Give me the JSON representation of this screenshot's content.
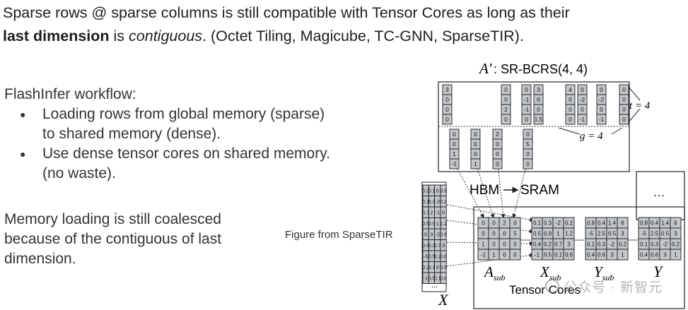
{
  "headline": {
    "part1": "Sparse rows @ sparse columns is still compatible with Tensor Cores as long as their",
    "bold": "last dimension",
    "is": " is ",
    "italic": "contiguous",
    "part2": ". (Octet Tiling, Magicube, TC-GNN, SparseTIR)."
  },
  "workflow": {
    "title": "FlashInfer workflow:",
    "bullets": [
      "Loading rows from global memory (sparse) to shared memory (dense).",
      "Use dense tensor cores on shared memory. (no waste)."
    ]
  },
  "note": "Memory loading is still coalesced because of the contiguous of last dimension.",
  "caption": "Figure from SparseTIR",
  "watermark": "公众号 · 新智元",
  "figure": {
    "title_symbol": "A′",
    "title_text": ": SR-BCRS(4, 4)",
    "t_label": "t = 4",
    "g_label": "g = 4",
    "hbm_label": "HBM",
    "sram_label": "SRAM",
    "tensor_cores_label": "Tensor Cores",
    "asub_label": "A",
    "xsub_label": "X",
    "ysub_label": "Y",
    "sub_text": "sub",
    "x_label": "X",
    "y_label": "Y",
    "ellipsis": "...",
    "top_dots": "…",
    "upper_cols": [
      [
        "3",
        "0",
        "0",
        "0"
      ],
      [
        "0",
        "0",
        "2",
        "0"
      ],
      [
        "0",
        "-1",
        "-1",
        "0"
      ],
      [
        "3",
        "0",
        "0",
        "1.5"
      ],
      [
        "4",
        "0",
        "0",
        "0"
      ],
      [
        "0",
        "-2",
        "0",
        "-1"
      ],
      [
        "0",
        "-2",
        "0",
        "-1"
      ],
      [
        "0",
        "0",
        "0",
        "0"
      ]
    ],
    "lower_cols": [
      [
        "0",
        "0",
        "1",
        "-1"
      ],
      [
        "0",
        "0",
        "0",
        "1"
      ],
      [
        "2",
        "0",
        "0",
        "0"
      ],
      [
        "0",
        "5",
        "0",
        "0"
      ]
    ],
    "x_rows": [
      [
        "0.2",
        "0.1",
        "0",
        "0.9"
      ],
      [
        "0.1",
        "0.3",
        "-2",
        "0.2"
      ],
      [
        "0.7",
        "2",
        "-1",
        "0"
      ],
      [
        "0.5",
        "0.9",
        "1",
        "1.2"
      ],
      [
        "0",
        "3",
        "-2",
        "0.9"
      ],
      [
        "0.4",
        "0.2",
        "0.7",
        "3"
      ],
      [
        "-5",
        "0.5",
        "4.2",
        "0.8"
      ],
      [
        "0.2",
        "0.1",
        "0",
        "0.9"
      ],
      [
        "-1",
        "0.5",
        "0.1",
        "0.6"
      ]
    ],
    "a_sub": [
      [
        "0",
        "0",
        "2",
        "0"
      ],
      [
        "0",
        "0",
        "0",
        "5"
      ],
      [
        "1",
        "0",
        "0",
        "0"
      ],
      [
        "-1",
        "1",
        "0",
        "0"
      ]
    ],
    "x_sub": [
      [
        "0.1",
        "0.3",
        "-2",
        "0.2"
      ],
      [
        "0.5",
        "0.9",
        "1",
        "1.2"
      ],
      [
        "0.4",
        "0.2",
        "0.7",
        "3"
      ],
      [
        "-1",
        "0.5",
        "0.1",
        "0.6"
      ]
    ],
    "y_sub": [
      [
        "0.8",
        "0.4",
        "1.4",
        "6"
      ],
      [
        "-5",
        "2.5",
        "0.5",
        "3"
      ],
      [
        "0.1",
        "0.3",
        "-2",
        "0.2"
      ],
      [
        "0.4",
        "0.6",
        "3",
        "1"
      ]
    ],
    "y_rows": [
      [
        "0.8",
        "0.4",
        "1.4",
        "6"
      ],
      [
        "-5",
        "2.5",
        "0.5",
        "3"
      ],
      [
        "0.1",
        "0.3",
        "-2",
        "0.2"
      ],
      [
        "0.4",
        "0.6",
        "3",
        "1"
      ]
    ]
  }
}
